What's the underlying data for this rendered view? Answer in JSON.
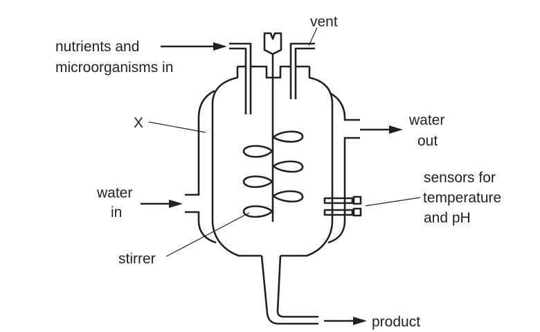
{
  "diagram": {
    "title": "Fermenter (industrial bioreactor) labelled diagram",
    "labels": {
      "nutrients_line1": "nutrients and",
      "nutrients_line2": "microorganisms in",
      "vent": "vent",
      "x": "X",
      "water_out_line1": "water",
      "water_out_line2": "out",
      "water_in_line1": "water",
      "water_in_line2": "in",
      "sensors_line1": "sensors for",
      "sensors_line2": "temperature",
      "sensors_line3": "and pH",
      "stirrer": "stirrer",
      "product": "product"
    },
    "colors": {
      "line": "#231f20",
      "background": "#ffffff"
    }
  }
}
